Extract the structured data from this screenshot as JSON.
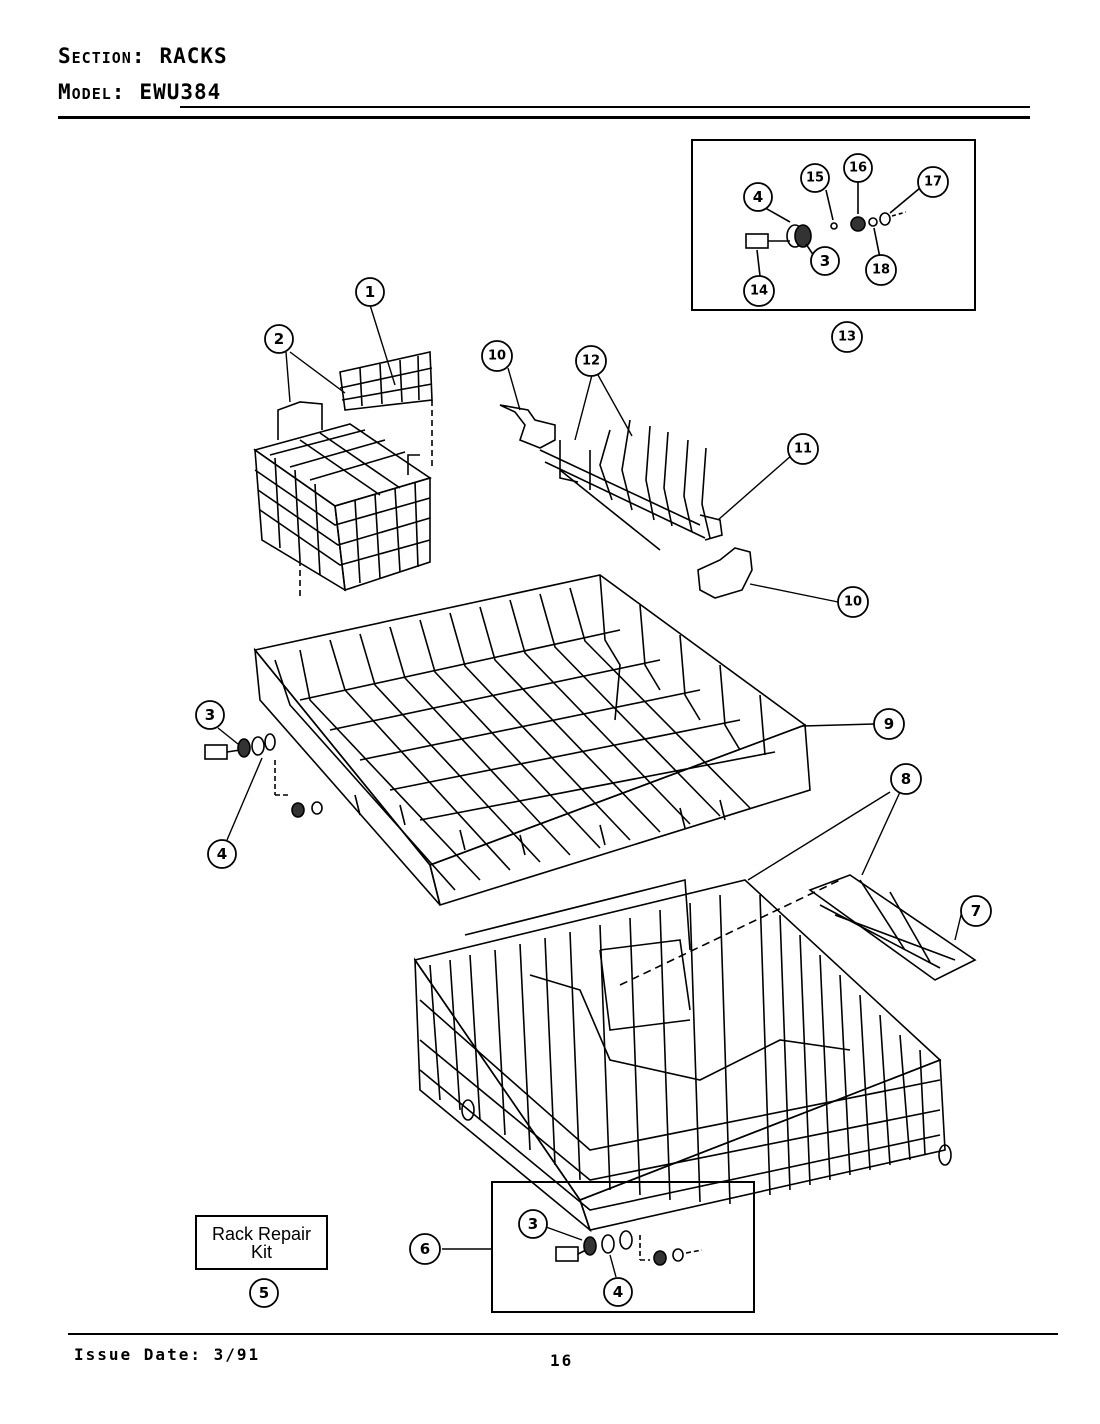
{
  "header": {
    "section_label": "Section:",
    "section_value": "RACKS",
    "model_label": "Model:",
    "model_value": "EWU384"
  },
  "callouts": [
    "1",
    "2",
    "3",
    "4",
    "5",
    "6",
    "7",
    "8",
    "9",
    "10",
    "11",
    "12",
    "13",
    "14",
    "15",
    "16",
    "17",
    "18"
  ],
  "kit_label_line1": "Rack Repair",
  "kit_label_line2": "Kit",
  "footer": {
    "issue_date": "Issue Date: 3/91",
    "page_number": "16"
  }
}
